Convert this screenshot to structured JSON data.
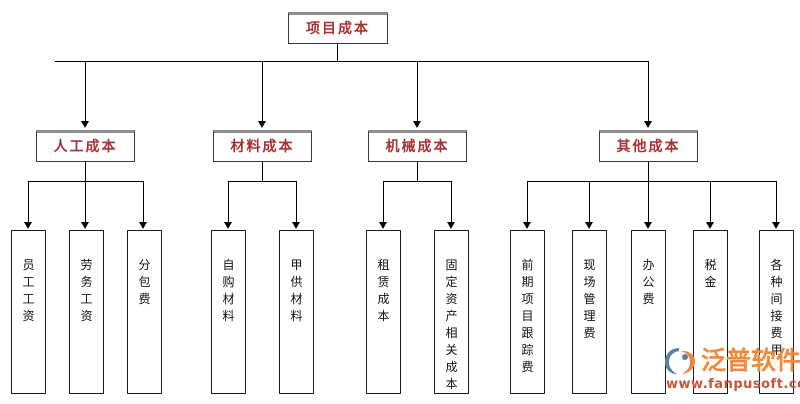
{
  "diagram": {
    "title": "项目成本",
    "root": {
      "label": "项目成本"
    },
    "level2": [
      {
        "label": "人工成本"
      },
      {
        "label": "材料成本"
      },
      {
        "label": "机械成本"
      },
      {
        "label": "其他成本"
      }
    ],
    "leaves": [
      {
        "label": "员工工资",
        "parent": "人工成本"
      },
      {
        "label": "劳务工资",
        "parent": "人工成本"
      },
      {
        "label": "分包费",
        "parent": "人工成本"
      },
      {
        "label": "自购材料",
        "parent": "材料成本"
      },
      {
        "label": "甲供材料",
        "parent": "材料成本"
      },
      {
        "label": "租赁成本",
        "parent": "机械成本"
      },
      {
        "label": "固定资产相关成本",
        "parent": "机械成本"
      },
      {
        "label": "前期项目跟踪费",
        "parent": "其他成本"
      },
      {
        "label": "现场管理费",
        "parent": "其他成本"
      },
      {
        "label": "办公费",
        "parent": "其他成本"
      },
      {
        "label": "税金",
        "parent": "其他成本"
      },
      {
        "label": "各种间接费用",
        "parent": "其他成本"
      }
    ]
  },
  "watermark": {
    "brand": "泛普软件",
    "url": "www.fanpusoft.com"
  },
  "colors": {
    "node_text": "#a83232",
    "leaf_text": "#111111",
    "line": "#000000",
    "node_border": "#3a3a3a",
    "node_top_shadow": "#8e8e8e",
    "watermark_brand": "#f08a3c",
    "watermark_url": "#c9553a"
  }
}
